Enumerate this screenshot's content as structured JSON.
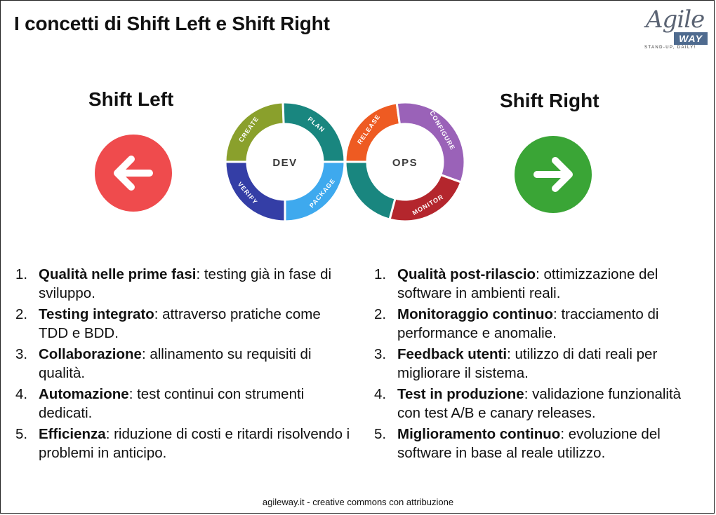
{
  "title": "I concetti di Shift Left e Shift Right",
  "logo": {
    "word": "Agile",
    "badge": "WAY",
    "tagline": "STAND-UP, DAILY!"
  },
  "left": {
    "heading": "Shift Left",
    "arrow_color": "#ef4b4d",
    "items": [
      {
        "num": "1.",
        "bold": "Qualità nelle prime fasi",
        "text": ": testing già in fase di sviluppo."
      },
      {
        "num": "2.",
        "bold": "Testing integrato",
        "text": ": attraverso pratiche come TDD e BDD."
      },
      {
        "num": "3.",
        "bold": "Collaborazione",
        "text": ": allinamento su requisiti di qualità."
      },
      {
        "num": "4.",
        "bold": "Automazione",
        "text": ": test continui con strumenti dedicati."
      },
      {
        "num": "5.",
        "bold": "Efficienza",
        "text": ": riduzione di costi e ritardi risolvendo i problemi in anticipo."
      }
    ]
  },
  "right": {
    "heading": "Shift Right",
    "arrow_color": "#3aa536",
    "items": [
      {
        "num": "1.",
        "bold": "Qualità post-rilascio",
        "text": ": ottimizzazione del software in ambienti reali."
      },
      {
        "num": "2.",
        "bold": "Monitoraggio continuo",
        "text": ": tracciamento di performance e anomalie."
      },
      {
        "num": "3.",
        "bold": "Feedback utenti",
        "text": ": utilizzo di dati reali per migliorare il sistema."
      },
      {
        "num": "4.",
        "bold": "Test in produzione",
        "text": ": validazione funzionalità con test A/B e canary releases."
      },
      {
        "num": "5.",
        "bold": "Miglioramento continuo",
        "text": ": evoluzione del software in base al reale utilizzo."
      }
    ]
  },
  "devops": {
    "dev_label": "DEV",
    "ops_label": "OPS",
    "segments": {
      "create": {
        "label": "CREATE",
        "color": "#8aa02c"
      },
      "plan": {
        "label": "PLAN",
        "color": "#19867f"
      },
      "verify": {
        "label": "VERIFY",
        "color": "#343ea6"
      },
      "package": {
        "label": "PACKAGE",
        "color": "#3ea9ee"
      },
      "release": {
        "label": "RELEASE",
        "color": "#ee5b22"
      },
      "configure": {
        "label": "CONFIGURE",
        "color": "#9a62b8"
      },
      "monitor": {
        "label": "MONITOR",
        "color": "#b4262d"
      }
    }
  },
  "footer": "agileway.it - creative commons con attribuzione"
}
